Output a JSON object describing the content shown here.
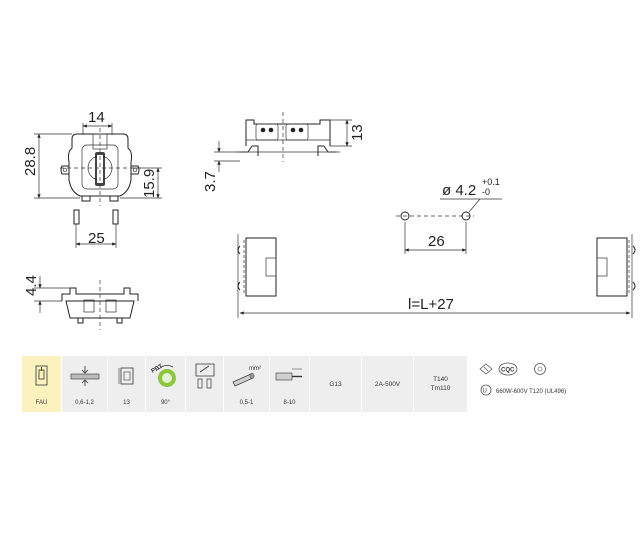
{
  "dimensions": {
    "top_width": "14",
    "height_total": "28.8",
    "height_half": "15.9",
    "width_base": "25",
    "side_height": "13",
    "side_offset": "3.7",
    "front_height": "4.4",
    "hole_diameter": "ø 4.2",
    "hole_tol_plus": "+0.1",
    "hole_tol_minus": "-0",
    "hole_spacing": "26",
    "length_formula": "l=L+27"
  },
  "strip": {
    "cells": [
      {
        "icon": "fau-icon",
        "caption": "FAU",
        "highlight": true
      },
      {
        "icon": "wire-thickness-icon",
        "caption": "0,6-1,2"
      },
      {
        "icon": "height-icon",
        "caption": "13"
      },
      {
        "icon": "rotation-90-icon",
        "caption": "90°",
        "badge": "PBT"
      },
      {
        "icon": "push-in-terminal-icon",
        "caption": ""
      },
      {
        "icon": "wire-cross-section-icon",
        "caption": "0,5-1",
        "unit": "mm²"
      },
      {
        "icon": "strip-length-icon",
        "caption": "8-10"
      },
      {
        "icon": "",
        "caption": "G13"
      },
      {
        "icon": "",
        "caption": "2A-500V"
      },
      {
        "icon": "",
        "caption": "T140\nTm110"
      }
    ],
    "colors": {
      "highlight": "#fbf2c0",
      "background": "#eeeeee",
      "green": "#8cc63f"
    }
  },
  "certs": {
    "marks": [
      "ce-mark-icon",
      "ccc-mark-icon",
      "pse-mark-icon",
      "ul-mark-icon"
    ],
    "ccc_label": "CQC",
    "ul_text": "660W-600V T120 (UL496)"
  }
}
